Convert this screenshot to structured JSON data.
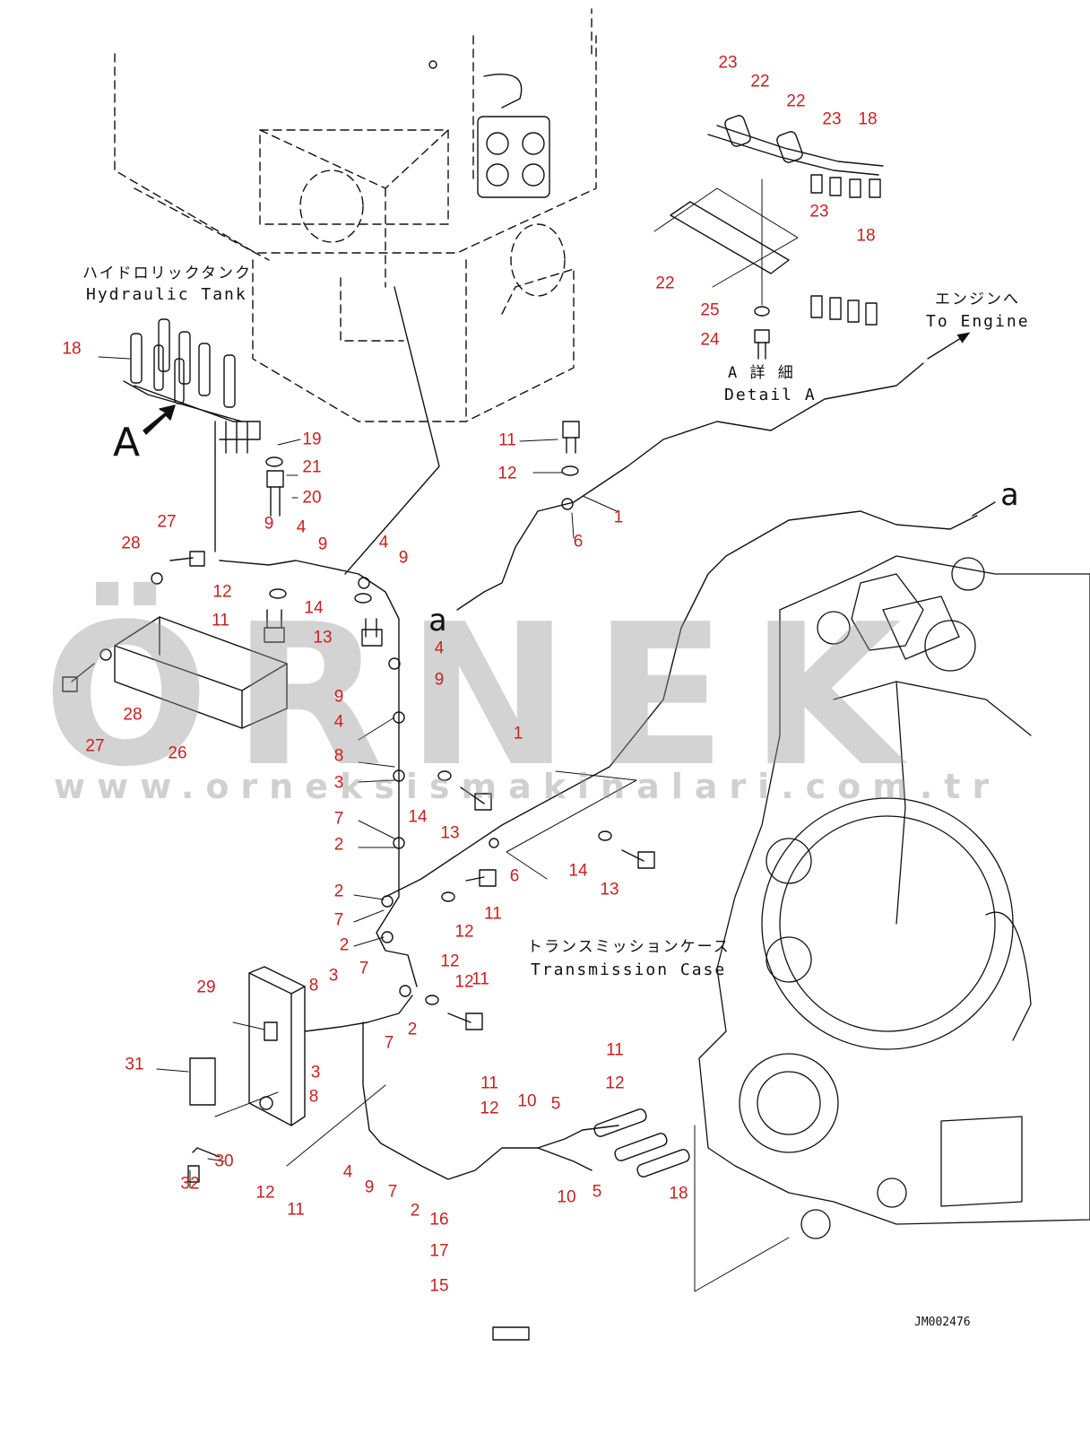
{
  "labels": {
    "hydraulic_tank_jp": "ハイドロリックタンク",
    "hydraulic_tank_en": "Hydraulic Tank",
    "to_engine_jp": "エンジンへ",
    "to_engine_en": "To Engine",
    "detail_a_jp": "A 詳 細",
    "detail_a_en": "Detail A",
    "transmission_jp": "トランスミッションケース",
    "transmission_en": "Transmission Case",
    "view_a": "A",
    "ref_a_top": "a",
    "ref_a_mid": "a"
  },
  "watermark": {
    "brand": "ÖRNEK",
    "url": "www.orneksismakinalari.com.tr"
  },
  "drawing_code": "JM002476",
  "callouts": [
    "23",
    "22",
    "22",
    "23",
    "18",
    "23",
    "18",
    "22",
    "25",
    "24",
    "18",
    "19",
    "21",
    "20",
    "11",
    "12",
    "1",
    "6",
    "27",
    "28",
    "9",
    "4",
    "9",
    "4",
    "9",
    "12",
    "14",
    "11",
    "13",
    "4",
    "9",
    "9",
    "4",
    "8",
    "3",
    "7",
    "2",
    "2",
    "7",
    "2",
    "7",
    "14",
    "13",
    "1",
    "6",
    "14",
    "13",
    "12",
    "11",
    "12",
    "12",
    "11",
    "28",
    "27",
    "26",
    "29",
    "8",
    "3",
    "31",
    "7",
    "2",
    "8",
    "3",
    "11",
    "12",
    "11",
    "12",
    "10",
    "5",
    "10",
    "5",
    "18",
    "30",
    "32",
    "12",
    "11",
    "4",
    "9",
    "7",
    "2",
    "16",
    "17",
    "15"
  ],
  "colors": {
    "callout": "#cc1f1f",
    "linework": "#111111",
    "watermark": "#9a9a9a",
    "watermark_accent": "#f2d27a"
  }
}
